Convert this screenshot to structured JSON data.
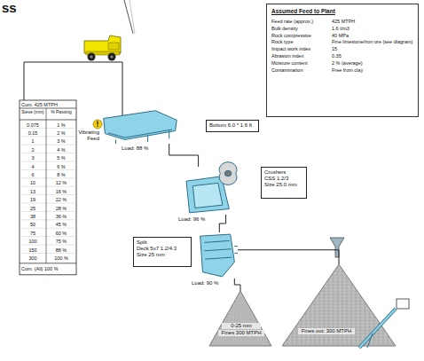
{
  "diagram": {
    "nodes": [
      {
        "text": [
          "Assumed Feed to Plant",
          "Feed rate (approx.)",
          "425 MTPH",
          "Bulk density",
          "1.6 t/m3",
          "Rock compressive",
          "40 MPa",
          "Rock type",
          "Fine limestone/iron ore (see diagram)",
          "Impact work index",
          "15",
          "Abrasion index",
          "0.35",
          "Moisture content",
          "2 % (average)",
          "Contamination",
          "Free from clay"
        ]
      },
      {
        "text": [
          "Vibrating Feed",
          "Load: 88 %"
        ]
      },
      {
        "text": [
          "Bottom 6.0 * 1.6 ft"
        ]
      },
      {
        "text": [
          "Load: 96 %"
        ]
      },
      {
        "text": [
          "Crushers",
          "CSS 1.2/3",
          "Size 25.0 mm"
        ]
      },
      {
        "text": [
          "Split",
          "Deck 5x7 1.2/4.3",
          "Size 25 mm"
        ]
      },
      {
        "text": [
          "Load: 90 %"
        ]
      },
      {
        "text": [
          "0-25 mm",
          "Fines 300 MTPH"
        ]
      },
      {
        "text": [
          "Fines out: 300 MTPH"
        ]
      }
    ],
    "edges": [
      {
        "from": 1,
        "to": 3,
        "arrow": "none"
      },
      {
        "from": 3,
        "to": 6,
        "arrow": "none"
      },
      {
        "from": 6,
        "to": 7,
        "arrow": "none"
      },
      {
        "from": 6,
        "to": 8,
        "arrow": "none"
      }
    ],
    "labels": [
      "ss",
      "Cum. 425 MTPH",
      "Sieve (mm)",
      "% Passing",
      "0.075",
      "1 %",
      "0.15",
      "2 %",
      "1",
      "3 %",
      "2",
      "4 %",
      "3",
      "5 %",
      "4",
      "6 %",
      "6",
      "8 %",
      "10",
      "12 %",
      "13",
      "16 %",
      "19",
      "22 %",
      "25",
      "28 %",
      "38",
      "36 %",
      "50",
      "45 %",
      "75",
      "60 %",
      "100",
      "75 %",
      "150",
      "88 %",
      "300",
      "100 %",
      "Cum. (All) 100 %"
    ]
  }
}
